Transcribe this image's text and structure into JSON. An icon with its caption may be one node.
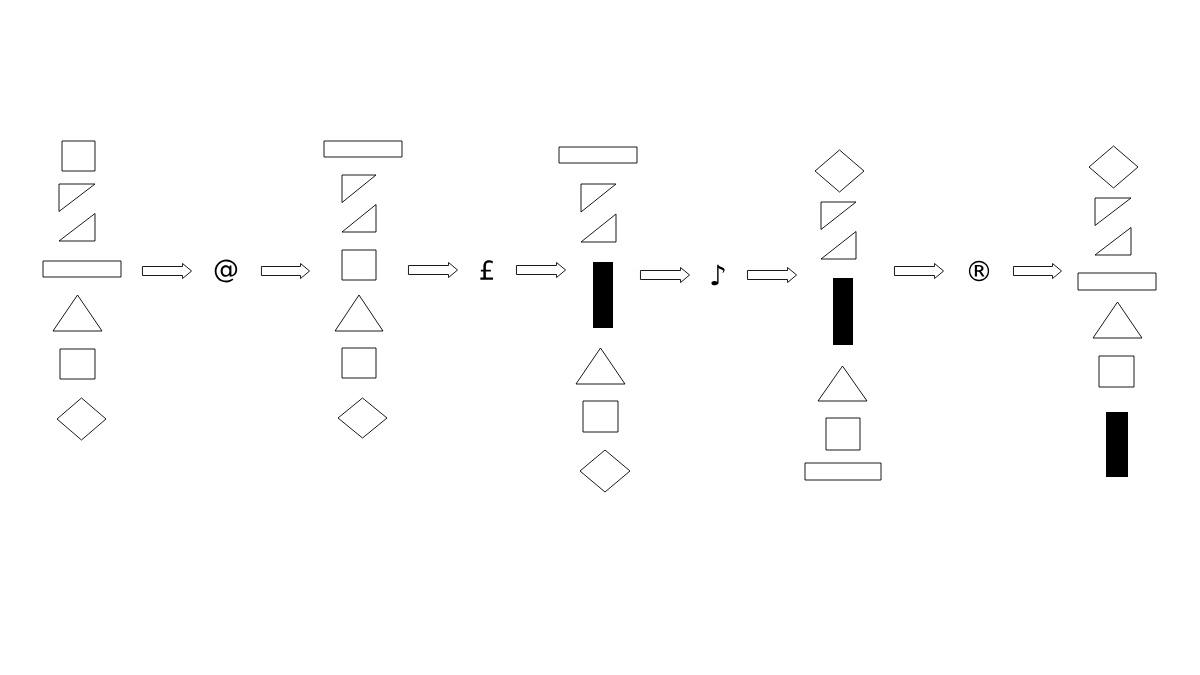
{
  "diagram": {
    "nodes": [
      {
        "text": [],
        "shape": "stack"
      },
      {
        "text": [
          "@"
        ]
      },
      {
        "text": [],
        "shape": "stack"
      },
      {
        "text": [
          "£"
        ]
      },
      {
        "text": [],
        "shape": "stack"
      },
      {
        "text": [
          "♪"
        ]
      },
      {
        "text": [],
        "shape": "stack"
      },
      {
        "text": [
          "®"
        ]
      },
      {
        "text": [],
        "shape": "stack"
      }
    ],
    "edges": [
      {
        "from": 0,
        "to": 1,
        "arrow": "to"
      },
      {
        "from": 1,
        "to": 2,
        "arrow": "to"
      },
      {
        "from": 2,
        "to": 3,
        "arrow": "to"
      },
      {
        "from": 3,
        "to": 4,
        "arrow": "to"
      },
      {
        "from": 4,
        "to": 5,
        "arrow": "to"
      },
      {
        "from": 5,
        "to": 6,
        "arrow": "to"
      },
      {
        "from": 6,
        "to": 7,
        "arrow": "to"
      },
      {
        "from": 7,
        "to": 8,
        "arrow": "to"
      }
    ]
  }
}
